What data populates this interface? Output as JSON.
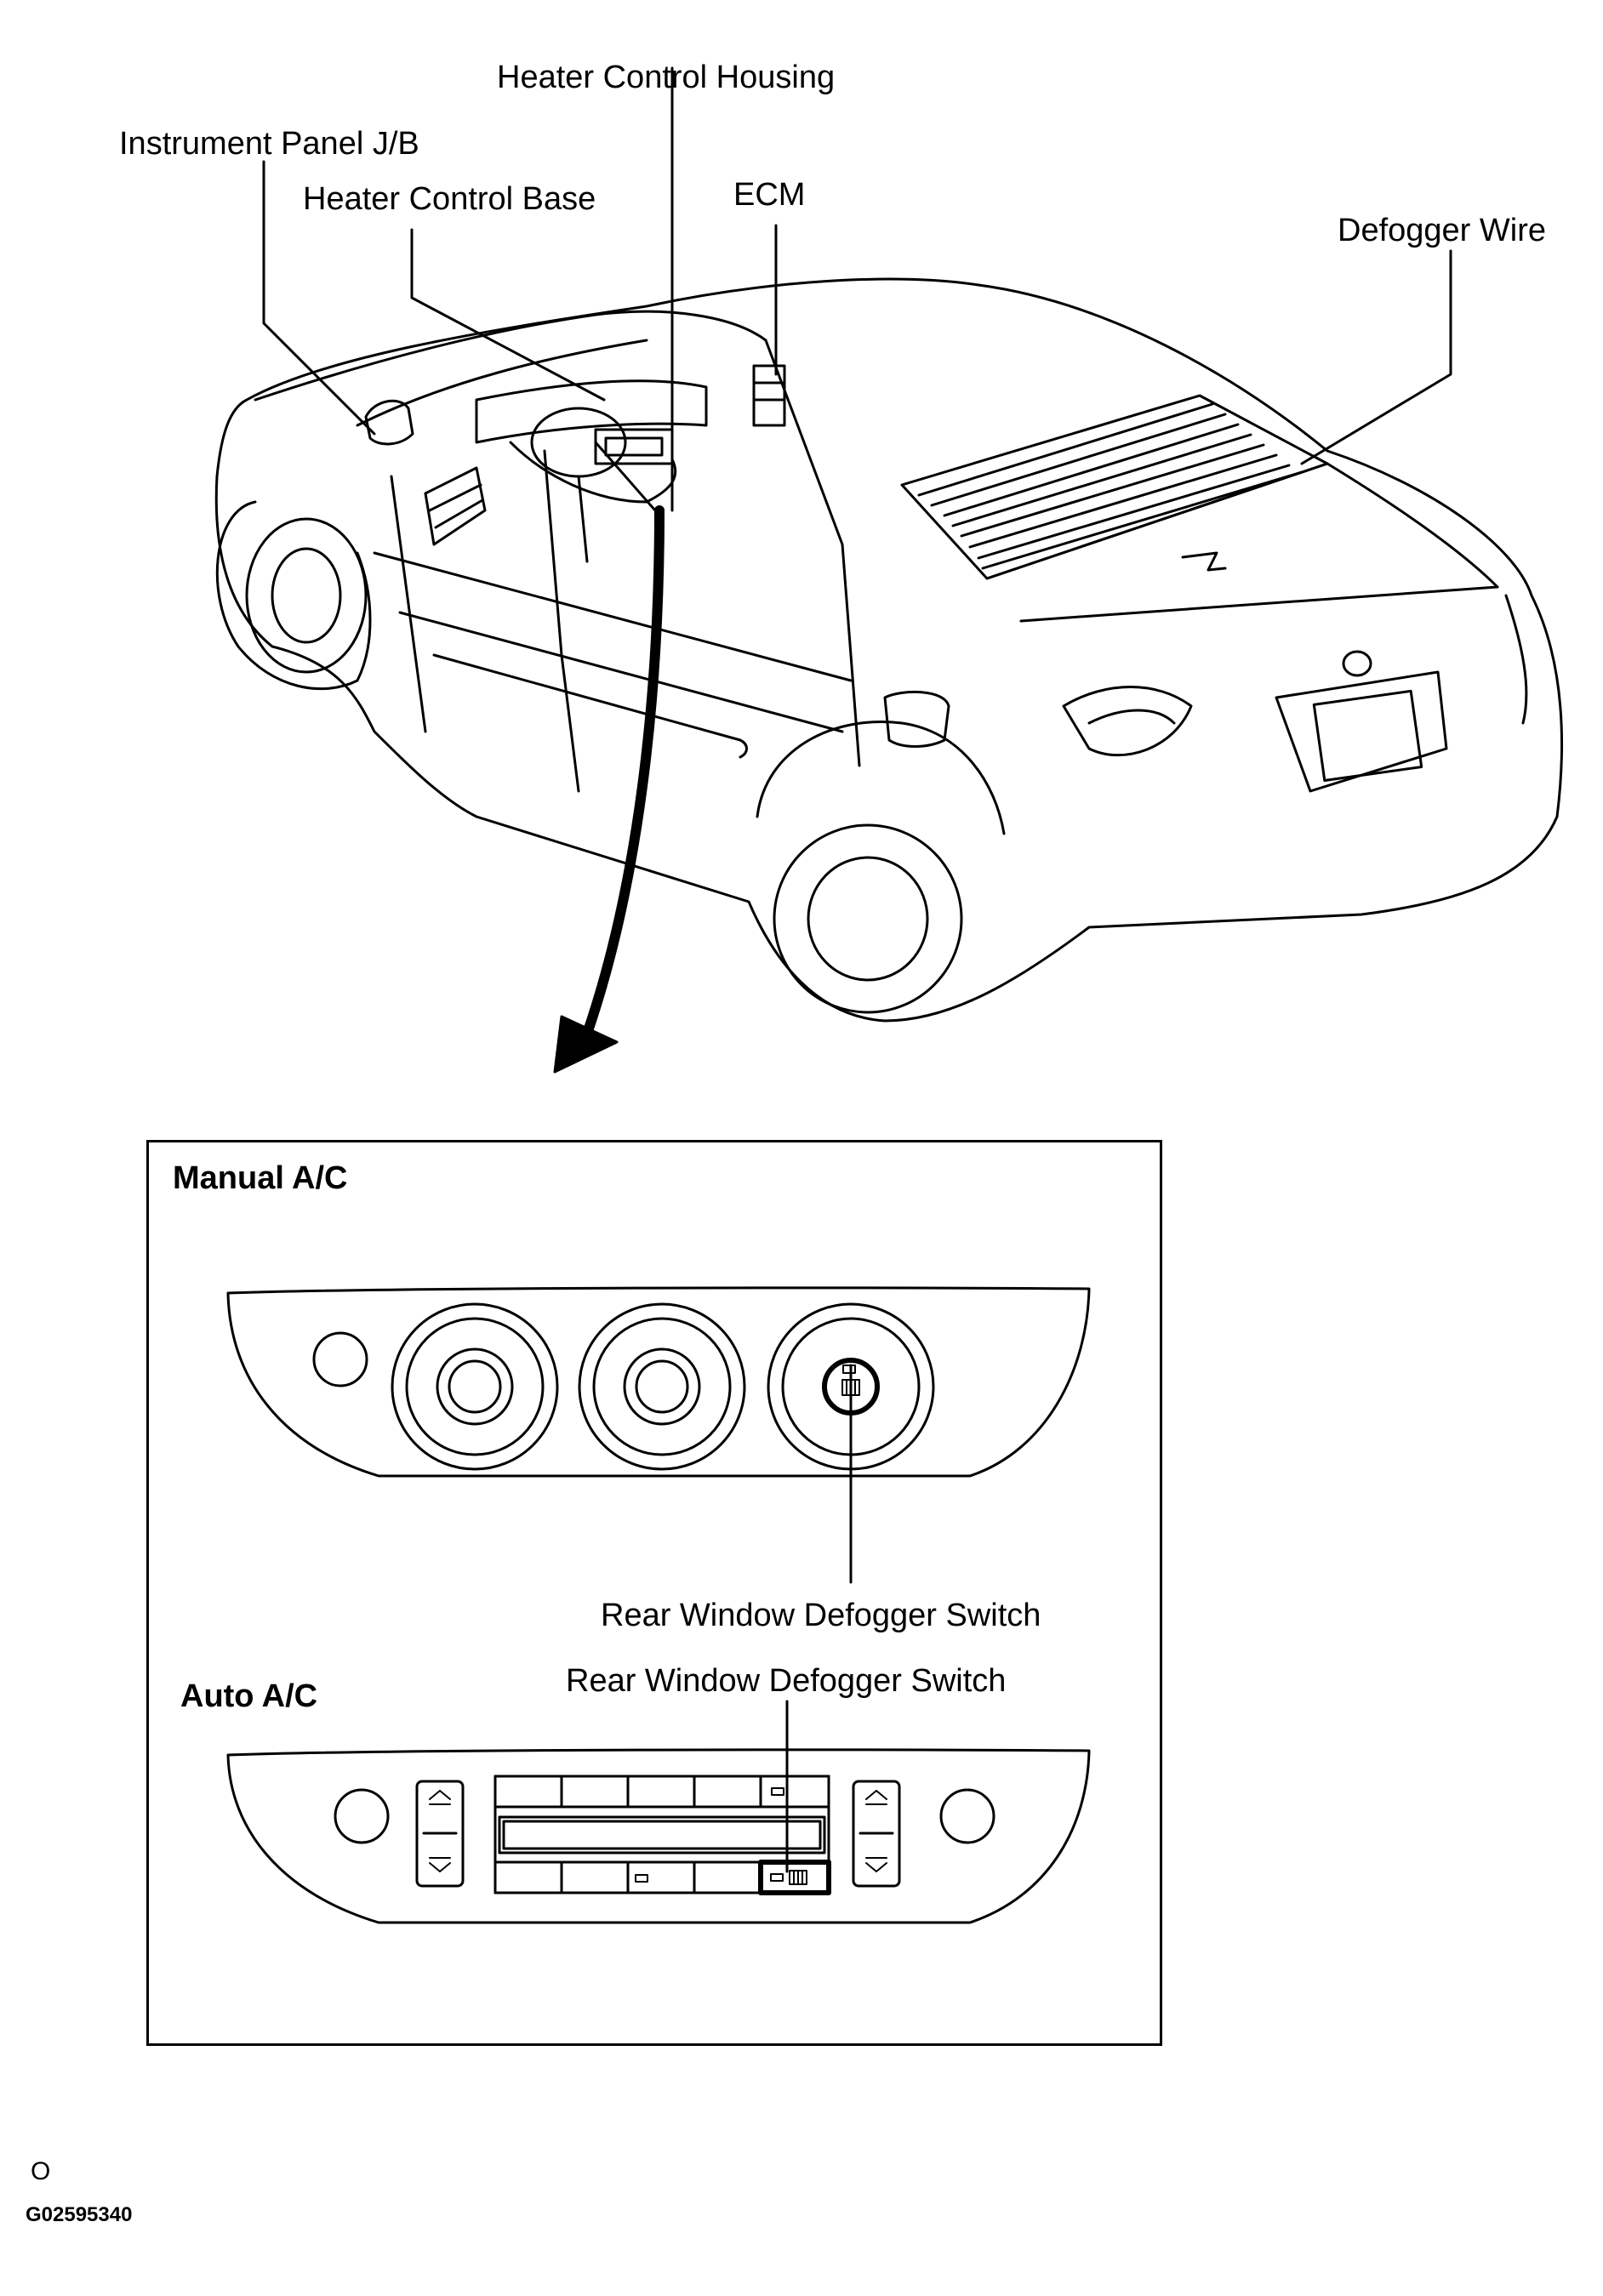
{
  "labels": {
    "heater_control_housing": "Heater Control Housing",
    "instrument_panel_jb": "Instrument Panel J/B",
    "heater_control_base": "Heater Control Base",
    "ecm": "ECM",
    "defogger_wire": "Defogger Wire",
    "rear_window_defogger_switch_manual": "Rear Window Defogger Switch",
    "rear_window_defogger_switch_auto": "Rear Window Defogger Switch"
  },
  "panels": {
    "manual_title": "Manual A/C",
    "auto_title": "Auto A/C"
  },
  "footer": {
    "mark": "O",
    "figure_id": "G02595340"
  },
  "colors": {
    "line": "#000000",
    "background": "#ffffff"
  }
}
